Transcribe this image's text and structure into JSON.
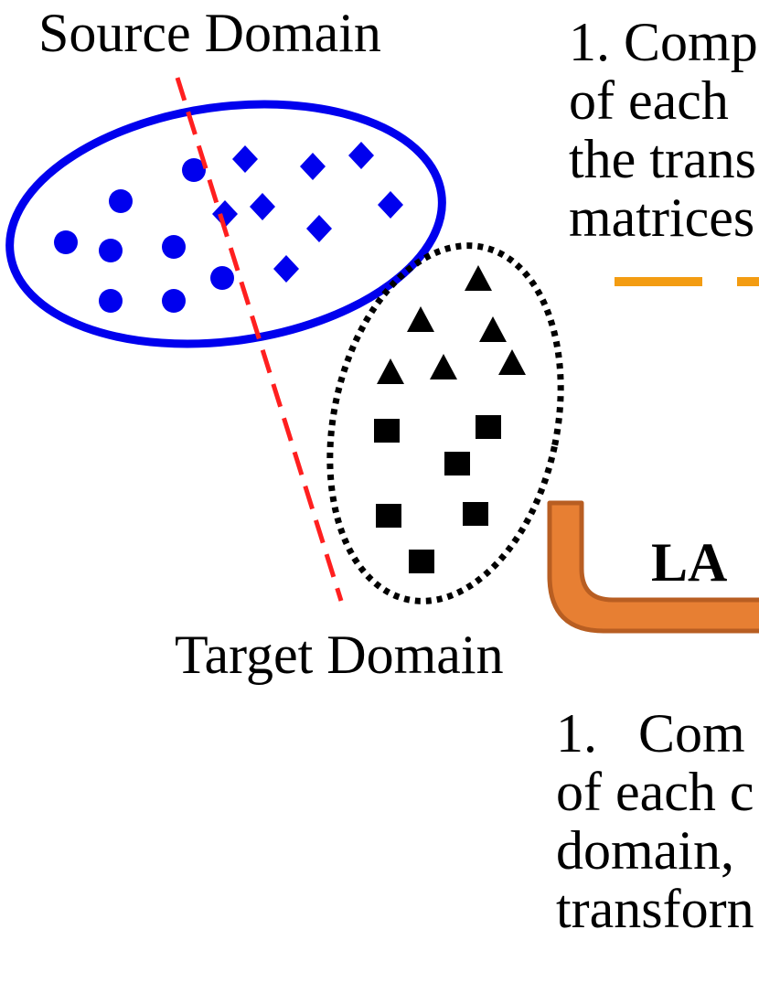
{
  "labels": {
    "source_domain": "Source Domain",
    "target_domain": "Target Domain",
    "la": "LA"
  },
  "text_blocks": {
    "top_right": [
      "1. Comp",
      "of each",
      "the trans",
      "matrices"
    ],
    "bottom_right": [
      "1.   Com",
      "of each c",
      "domain,",
      "transforn"
    ]
  },
  "colors": {
    "source": "#0000ee",
    "target": "#000000",
    "boundary": "#ff1f1f",
    "dash_accent": "#f39c12",
    "la_fill": "#e77f33",
    "la_stroke": "#b85e22"
  },
  "icons": {
    "source_class_a": "circle",
    "source_class_b": "diamond",
    "target_class_a": "triangle",
    "target_class_b": "square"
  }
}
